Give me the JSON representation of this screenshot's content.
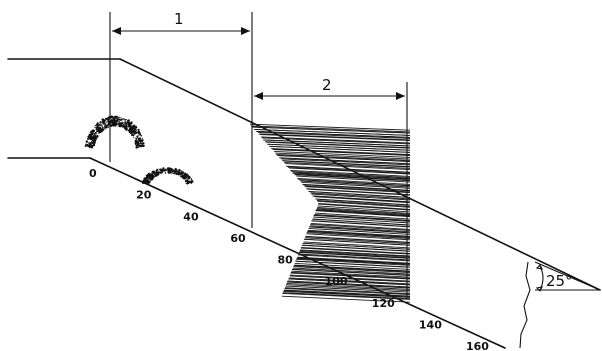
{
  "dimension_labels": [
    "1",
    "2"
  ],
  "slope_angle": "25°",
  "distance_ticks": [
    "0",
    "20",
    "40",
    "60",
    "80",
    "100",
    "120",
    "140",
    "160"
  ],
  "dot_clusters": [
    {
      "name": "cluster-large",
      "from_tick": 0,
      "to_tick": 20
    },
    {
      "name": "cluster-small",
      "from_tick": 20,
      "to_tick": 40
    }
  ],
  "hatched_region": {
    "from_tick": 80,
    "to_tick": 125
  }
}
